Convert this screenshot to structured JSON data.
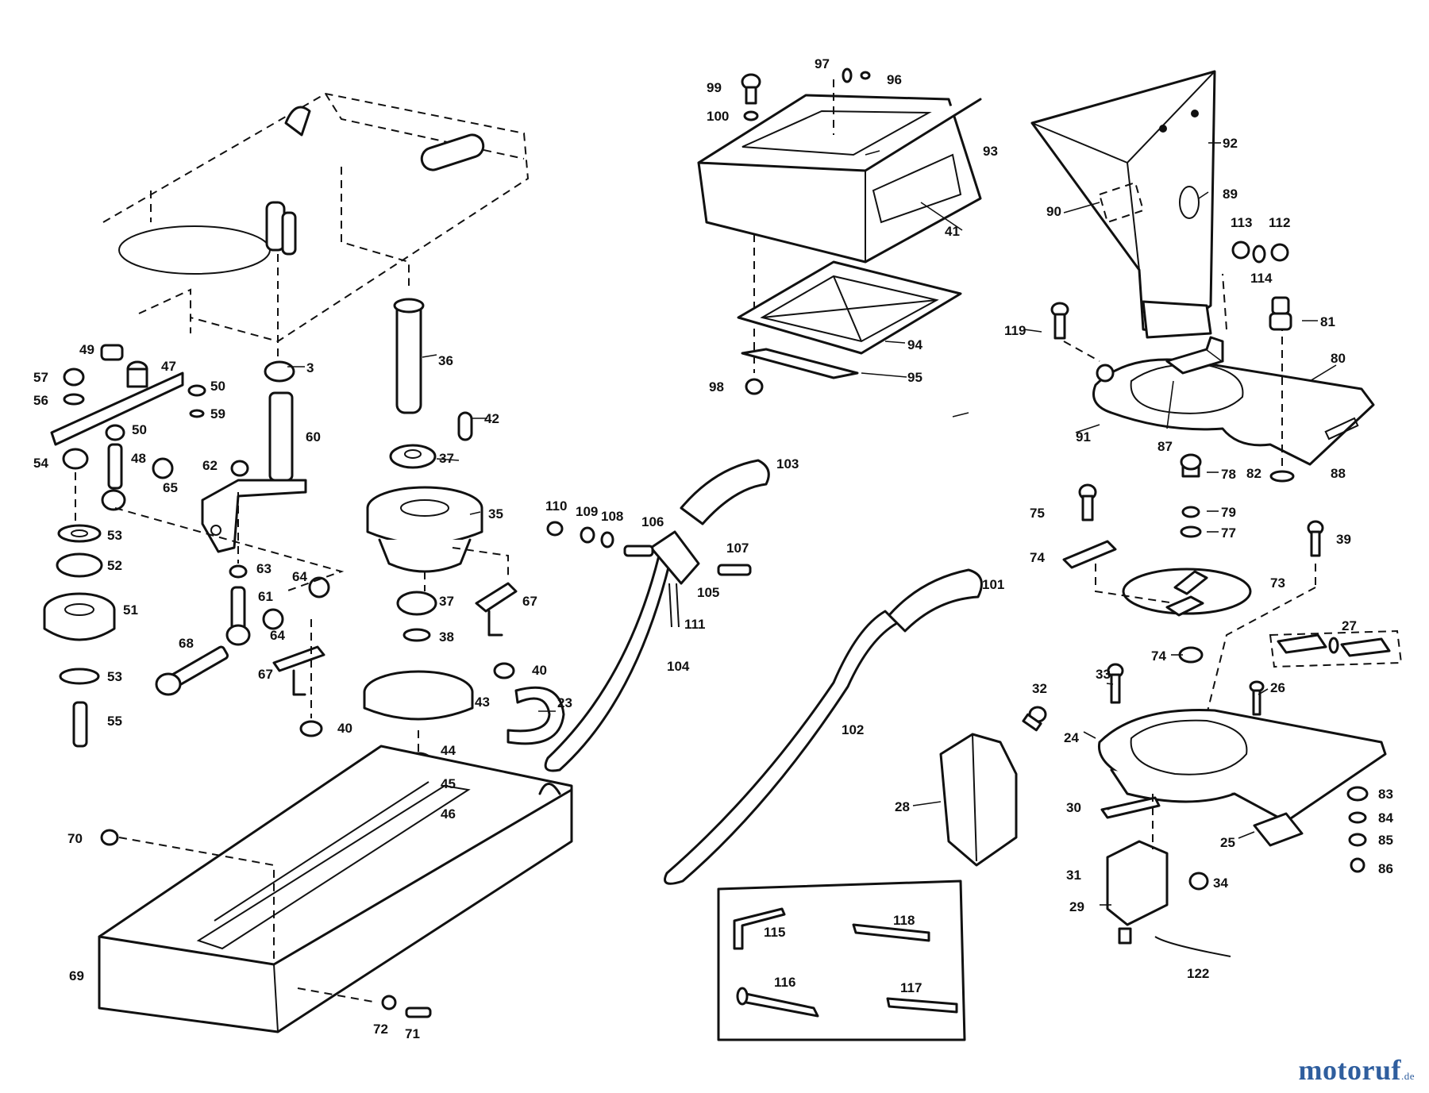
{
  "labels": [
    {
      "id": "p3",
      "text": "3"
    },
    {
      "id": "p23",
      "text": "23"
    },
    {
      "id": "p24",
      "text": "24"
    },
    {
      "id": "p25",
      "text": "25"
    },
    {
      "id": "p26",
      "text": "26"
    },
    {
      "id": "p27",
      "text": "27"
    },
    {
      "id": "p28",
      "text": "28"
    },
    {
      "id": "p29",
      "text": "29"
    },
    {
      "id": "p30",
      "text": "30"
    },
    {
      "id": "p31",
      "text": "31"
    },
    {
      "id": "p32",
      "text": "32"
    },
    {
      "id": "p33",
      "text": "33"
    },
    {
      "id": "p34",
      "text": "34"
    },
    {
      "id": "p35",
      "text": "35"
    },
    {
      "id": "p36",
      "text": "36"
    },
    {
      "id": "p37a",
      "text": "37"
    },
    {
      "id": "p37b",
      "text": "37"
    },
    {
      "id": "p38",
      "text": "38"
    },
    {
      "id": "p39",
      "text": "39"
    },
    {
      "id": "p40a",
      "text": "40"
    },
    {
      "id": "p40b",
      "text": "40"
    },
    {
      "id": "p41",
      "text": "41"
    },
    {
      "id": "p42",
      "text": "42"
    },
    {
      "id": "p43",
      "text": "43"
    },
    {
      "id": "p44",
      "text": "44"
    },
    {
      "id": "p45",
      "text": "45"
    },
    {
      "id": "p46",
      "text": "46"
    },
    {
      "id": "p47",
      "text": "47"
    },
    {
      "id": "p48",
      "text": "48"
    },
    {
      "id": "p49",
      "text": "49"
    },
    {
      "id": "p50a",
      "text": "50"
    },
    {
      "id": "p50b",
      "text": "50"
    },
    {
      "id": "p51",
      "text": "51"
    },
    {
      "id": "p52",
      "text": "52"
    },
    {
      "id": "p53a",
      "text": "53"
    },
    {
      "id": "p53b",
      "text": "53"
    },
    {
      "id": "p54",
      "text": "54"
    },
    {
      "id": "p55",
      "text": "55"
    },
    {
      "id": "p56",
      "text": "56"
    },
    {
      "id": "p57",
      "text": "57"
    },
    {
      "id": "p59",
      "text": "59"
    },
    {
      "id": "p60",
      "text": "60"
    },
    {
      "id": "p61",
      "text": "61"
    },
    {
      "id": "p62",
      "text": "62"
    },
    {
      "id": "p63",
      "text": "63"
    },
    {
      "id": "p64a",
      "text": "64"
    },
    {
      "id": "p64b",
      "text": "64"
    },
    {
      "id": "p65",
      "text": "65"
    },
    {
      "id": "p67a",
      "text": "67"
    },
    {
      "id": "p67b",
      "text": "67"
    },
    {
      "id": "p68",
      "text": "68"
    },
    {
      "id": "p69",
      "text": "69"
    },
    {
      "id": "p70",
      "text": "70"
    },
    {
      "id": "p71",
      "text": "71"
    },
    {
      "id": "p72",
      "text": "72"
    },
    {
      "id": "p73",
      "text": "73"
    },
    {
      "id": "p74a",
      "text": "74"
    },
    {
      "id": "p74b",
      "text": "74"
    },
    {
      "id": "p75",
      "text": "75"
    },
    {
      "id": "p77",
      "text": "77"
    },
    {
      "id": "p78",
      "text": "78"
    },
    {
      "id": "p79",
      "text": "79"
    },
    {
      "id": "p80",
      "text": "80"
    },
    {
      "id": "p81",
      "text": "81"
    },
    {
      "id": "p82",
      "text": "82"
    },
    {
      "id": "p83",
      "text": "83"
    },
    {
      "id": "p84",
      "text": "84"
    },
    {
      "id": "p85",
      "text": "85"
    },
    {
      "id": "p86",
      "text": "86"
    },
    {
      "id": "p87",
      "text": "87"
    },
    {
      "id": "p88",
      "text": "88"
    },
    {
      "id": "p89",
      "text": "89"
    },
    {
      "id": "p90",
      "text": "90"
    },
    {
      "id": "p91",
      "text": "91"
    },
    {
      "id": "p92",
      "text": "92"
    },
    {
      "id": "p93",
      "text": "93"
    },
    {
      "id": "p94",
      "text": "94"
    },
    {
      "id": "p95",
      "text": "95"
    },
    {
      "id": "p96",
      "text": "96"
    },
    {
      "id": "p97",
      "text": "97"
    },
    {
      "id": "p98",
      "text": "98"
    },
    {
      "id": "p99",
      "text": "99"
    },
    {
      "id": "p100",
      "text": "100"
    },
    {
      "id": "p101",
      "text": "101"
    },
    {
      "id": "p102",
      "text": "102"
    },
    {
      "id": "p103",
      "text": "103"
    },
    {
      "id": "p104",
      "text": "104"
    },
    {
      "id": "p105",
      "text": "105"
    },
    {
      "id": "p106",
      "text": "106"
    },
    {
      "id": "p107",
      "text": "107"
    },
    {
      "id": "p108",
      "text": "108"
    },
    {
      "id": "p109",
      "text": "109"
    },
    {
      "id": "p110",
      "text": "110"
    },
    {
      "id": "p111",
      "text": "111"
    },
    {
      "id": "p112",
      "text": "112"
    },
    {
      "id": "p113",
      "text": "113"
    },
    {
      "id": "p114",
      "text": "114"
    },
    {
      "id": "p115",
      "text": "115"
    },
    {
      "id": "p116",
      "text": "116"
    },
    {
      "id": "p117",
      "text": "117"
    },
    {
      "id": "p118",
      "text": "118"
    },
    {
      "id": "p119",
      "text": "119"
    },
    {
      "id": "p122",
      "text": "122"
    }
  ],
  "watermark": {
    "brand": "motoruf",
    "tld": ".de",
    "color": "#2f5e9e"
  }
}
